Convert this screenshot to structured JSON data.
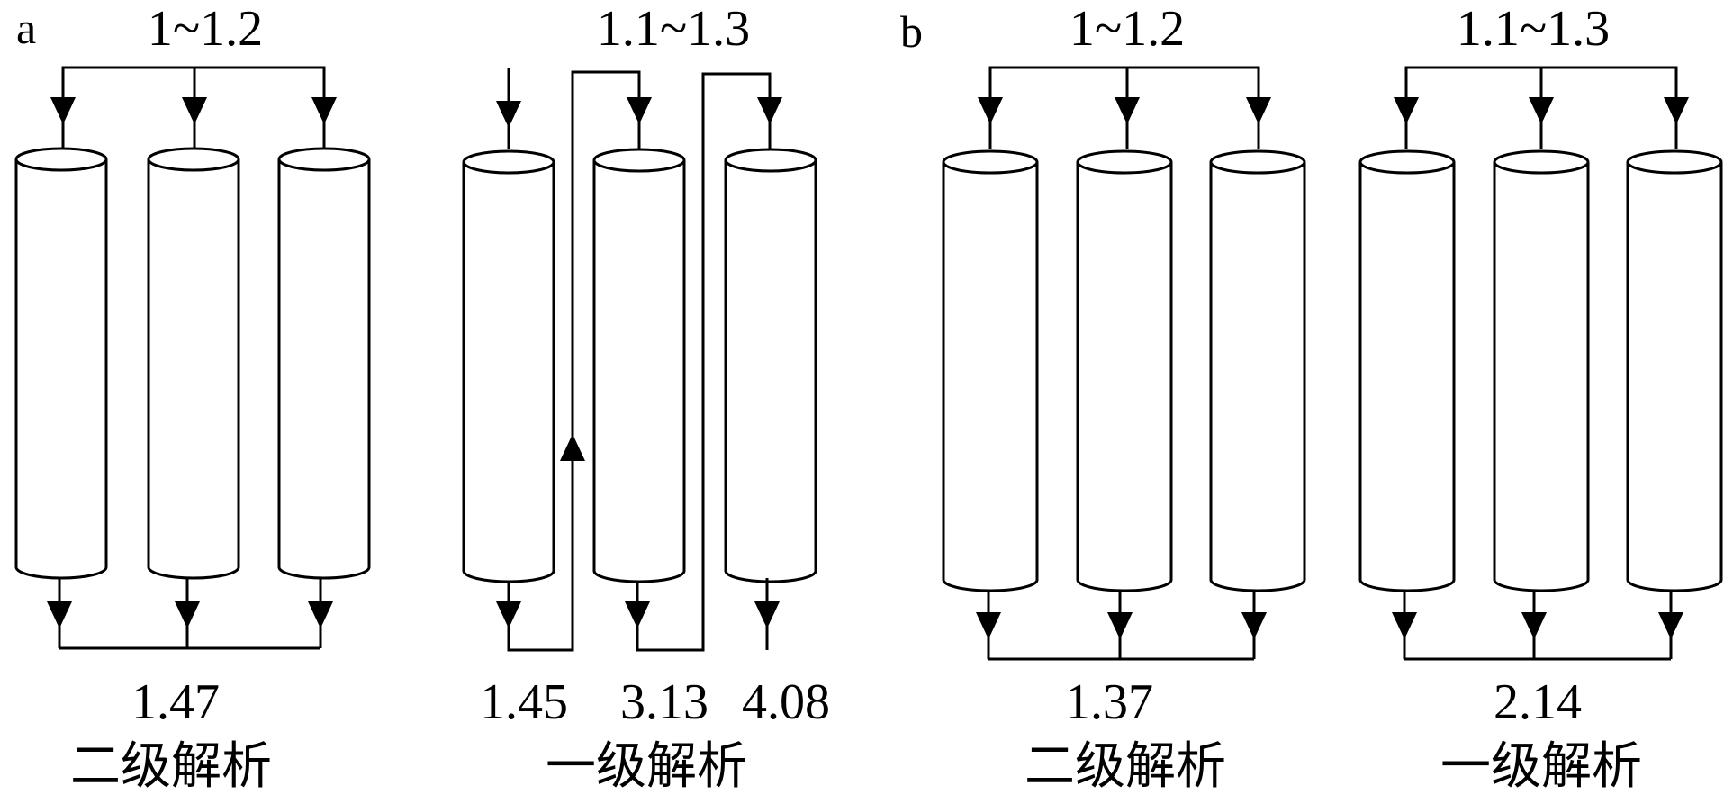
{
  "panel_a": {
    "label": "a",
    "left": {
      "range_label": "1~1.2",
      "value": "1.47",
      "caption": "二级解析"
    },
    "right": {
      "range_label": "1.1~1.3",
      "values": [
        "1.45",
        "3.13",
        "4.08"
      ],
      "caption": "一级解析"
    }
  },
  "panel_b": {
    "label": "b",
    "left": {
      "range_label": "1~1.2",
      "value": "1.37",
      "caption": "二级解析"
    },
    "right": {
      "range_label": "1.1~1.3",
      "value": "2.14",
      "caption": "一级解析"
    }
  }
}
